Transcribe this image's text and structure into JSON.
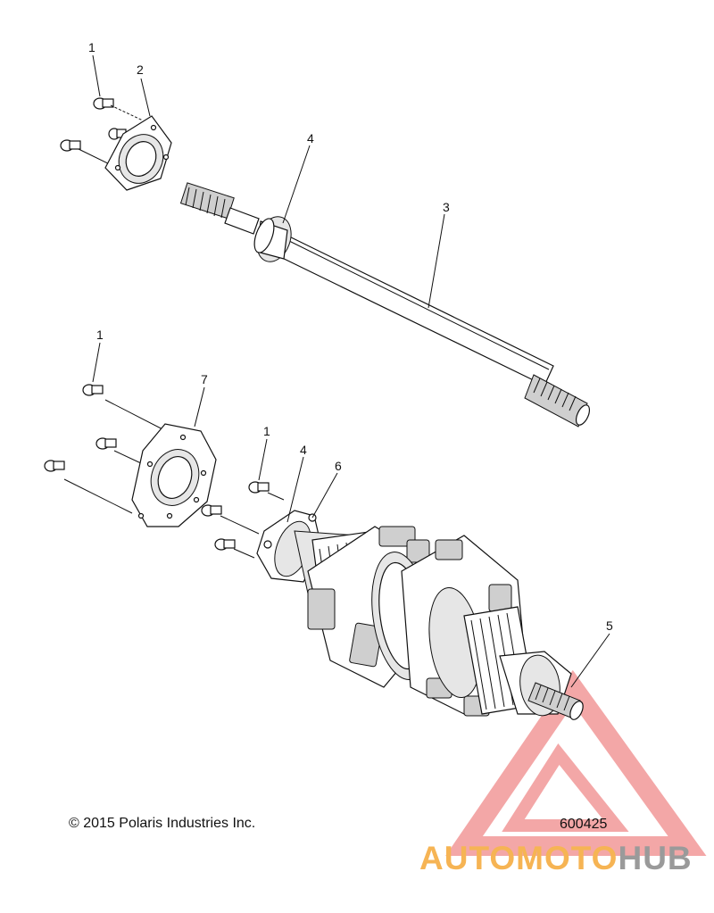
{
  "callouts": {
    "c1a": "1",
    "c2": "2",
    "c4a": "4",
    "c3": "3",
    "c1b": "1",
    "c7": "7",
    "c1c": "1",
    "c4b": "4",
    "c6": "6",
    "c5": "5"
  },
  "footer": {
    "copyright": "© 2015 Polaris Industries Inc.",
    "diagram_id": "600425"
  },
  "watermark": {
    "text_colored": "AUTOMOTO",
    "text_gray": "HUB",
    "colors": {
      "triangle": "#f08a8a",
      "colored_text": "#f6b454",
      "gray_text": "#9a9a9a"
    }
  }
}
